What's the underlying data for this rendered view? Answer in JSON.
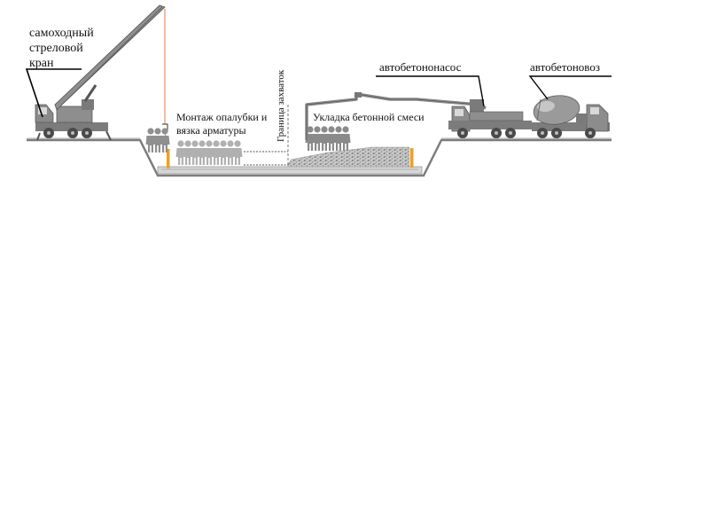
{
  "labels": {
    "crane_line1": "самоходный",
    "crane_line2": "стреловой",
    "crane_line3": "кран",
    "formwork_line1": "Монтаж опалубки и",
    "formwork_line2": "вязка арматуры",
    "border": "Граница захваток",
    "laying": "Укладка бетонной смеси",
    "pump": "автобетононасос",
    "mixer": "автобетоновоз"
  },
  "colors": {
    "vehicle": "#8c8c8c",
    "vehicle_dark": "#5a5a5a",
    "worker": "#8f8f8f",
    "worker_light": "#b5b5b5",
    "crane_cable": "#e07a4a",
    "formwork": "#f0a020",
    "ground": "#808080",
    "concrete": "#a8a8a8"
  }
}
